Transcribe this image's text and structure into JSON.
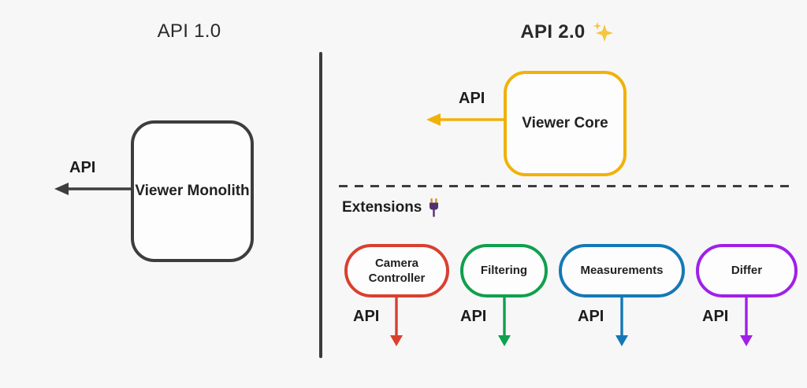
{
  "colors": {
    "background": "#f7f7f8",
    "dark": "#3d3d3d",
    "yellow": "#f0b208",
    "red": "#d9402f",
    "green": "#0fa04d",
    "blue": "#1478b6",
    "purple": "#a020e8",
    "sparkle_gold": "#f6c63e",
    "plug_purple": "#533071",
    "plug_prong_gold": "#d19421"
  },
  "left_panel": {
    "title": "API 1.0",
    "box_label": "Viewer Monolith",
    "api_label": "API"
  },
  "right_panel": {
    "title": "API 2.0",
    "core": {
      "box_label": "Viewer Core",
      "api_label": "API"
    },
    "extensions_label": "Extensions",
    "extensions": [
      {
        "label": "Camera Controller",
        "api_label": "API",
        "color": "#d9402f"
      },
      {
        "label": "Filtering",
        "api_label": "API",
        "color": "#0fa04d"
      },
      {
        "label": "Measurements",
        "api_label": "API",
        "color": "#1478b6"
      },
      {
        "label": "Differ",
        "api_label": "API",
        "color": "#a020e8"
      }
    ]
  }
}
